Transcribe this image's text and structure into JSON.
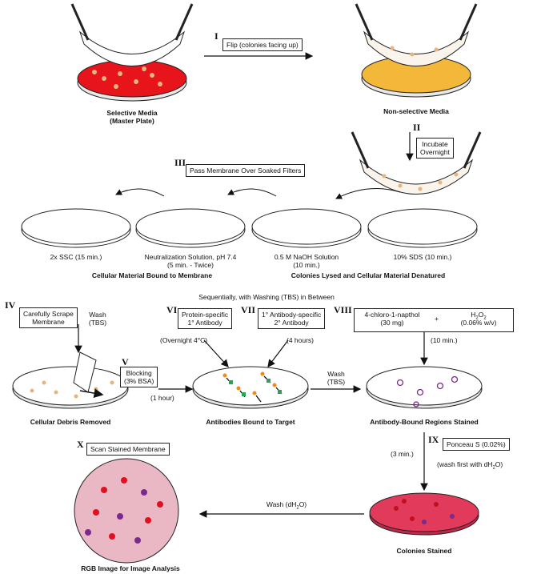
{
  "colors": {
    "red_media": "#e8141c",
    "yellow_media": "#f3b73a",
    "colony": "#e7b47e",
    "pink_plate": "#e23a5a",
    "image_bg": "#e9b8c4",
    "purple": "#7a2a8c",
    "green": "#2aa05a",
    "orange": "#f08a1a"
  },
  "steps": {
    "s1": {
      "num": "I",
      "label": "Flip (colonies facing up)"
    },
    "s2": {
      "num": "II",
      "line1": "Incubate",
      "line2": "Overnight"
    },
    "s3": {
      "num": "III",
      "label": "Pass Membrane Over Soaked Filters"
    },
    "s4": {
      "num": "IV",
      "line1": "Carefully Scrape",
      "line2": "Membrane",
      "wash1": "Wash",
      "wash2": "(TBS)"
    },
    "s5": {
      "num": "V",
      "line1": "Blocking",
      "line2": "(3% BSA)",
      "time": "(1 hour)"
    },
    "s6": {
      "num": "VI",
      "line1": "Protein-specific",
      "line2": "1° Antibody",
      "time": "(Overnight 4°C)"
    },
    "s7": {
      "num": "VII",
      "line1": "1° Antibody-specific",
      "line2": "2° Antibody",
      "time": "(4 hours)"
    },
    "s8": {
      "num": "VIII",
      "reagent1": "4-chloro-1-napthol",
      "reagent1b": "(30 mg)",
      "plus": "+",
      "h2o2": "H",
      "h2o2sub": "2",
      "h2o2o": "O",
      "h2o2sub2": "2",
      "reagent2b": "(0.06% w/v)",
      "time": "(10 min.)"
    },
    "s9": {
      "num": "IX",
      "label": "Ponceau S (0.02%)",
      "time": "(3 min.)",
      "wash": "(wash first with dH",
      "wash_sub": "2",
      "wash_end": "O)"
    },
    "s10": {
      "num": "X",
      "label": "Scan Stained Membrane"
    }
  },
  "labels": {
    "selective1": "Selective Media",
    "selective2": "(Master Plate)",
    "nonselective": "Non-selective Media",
    "ssc": "2x SSC (15 min.)",
    "neut1": "Neutralization Solution, pH 7.4",
    "neut2": "(5 min. - Twice)",
    "naoh1": "0.5 M NaOH Solution",
    "naoh2": "(10 min.)",
    "sds": "10% SDS (10 min.)",
    "bound": "Cellular Material Bound to Membrane",
    "lysed": "Colonies Lysed and Cellular Material Denatured",
    "sequential": "Sequentially, with Washing (TBS) in Between",
    "debris": "Cellular Debris Removed",
    "antibodies": "Antibodies Bound to Target",
    "wash_tbs1": "Wash",
    "wash_tbs2": "(TBS)",
    "stained_regions": "Antibody-Bound Regions Stained",
    "colonies_stained": "Colonies Stained",
    "wash_dh2o": "Wash (dH",
    "wash_dh2o_sub": "2",
    "wash_dh2o_end": "O)",
    "rgb": "RGB Image for Image Analysis"
  }
}
